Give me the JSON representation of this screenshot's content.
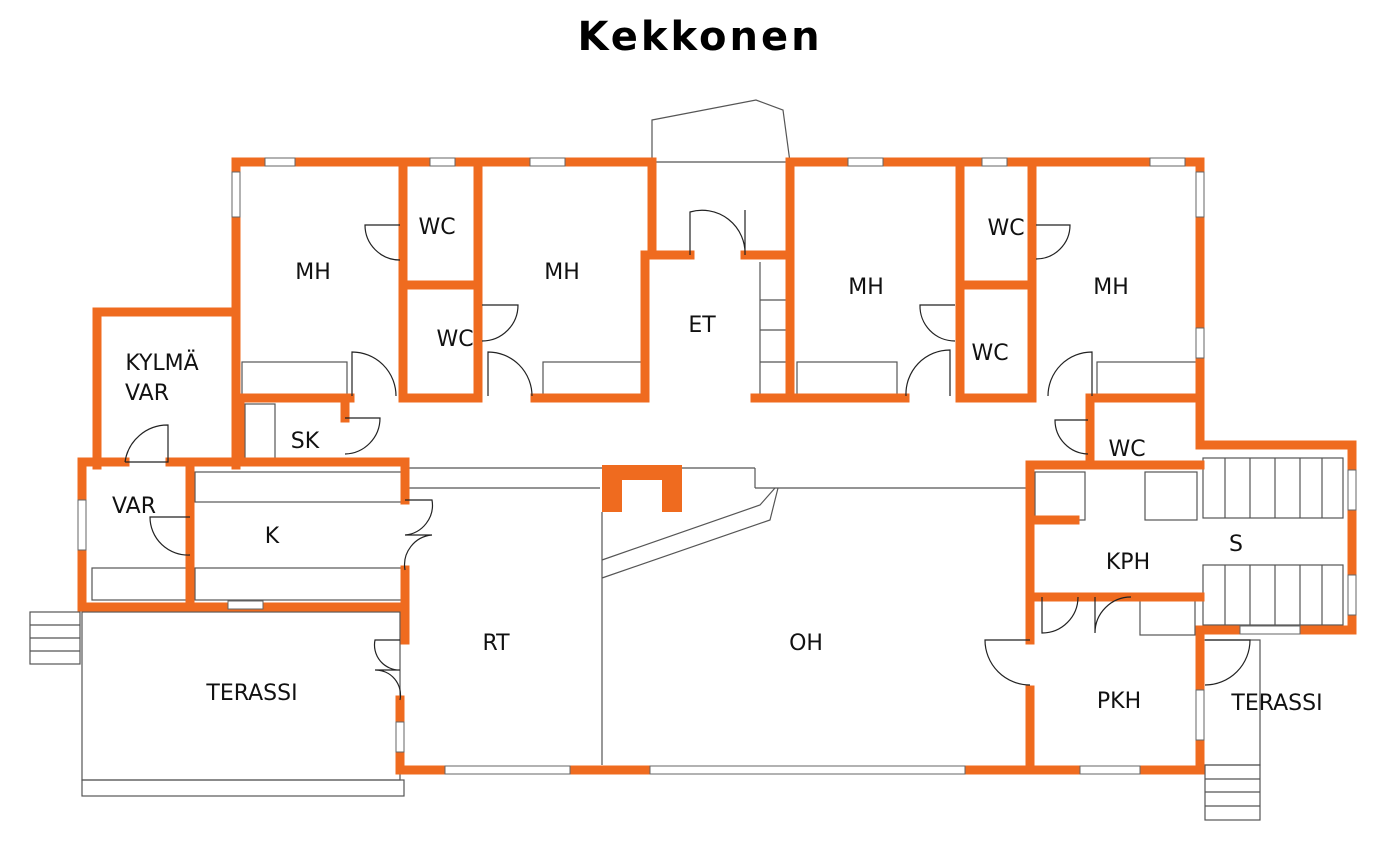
{
  "title": "Kekkonen",
  "colors": {
    "wall": "#EF6B1F",
    "line": "#555555"
  },
  "rooms": {
    "mh1": "MH",
    "wc1": "WC",
    "mh2": "MH",
    "wc2": "WC",
    "et": "ET",
    "mh3": "MH",
    "wc3": "WC",
    "mh4": "MH",
    "wc4": "WC",
    "kylma1": "KYLMÄ",
    "kylma2": "VAR",
    "sk": "SK",
    "wc5": "WC",
    "var": "VAR",
    "k": "K",
    "s": "S",
    "kph": "KPH",
    "rt": "RT",
    "oh": "OH",
    "pkh": "PKH",
    "terassi1": "TERASSI",
    "terassi2": "TERASSI"
  }
}
